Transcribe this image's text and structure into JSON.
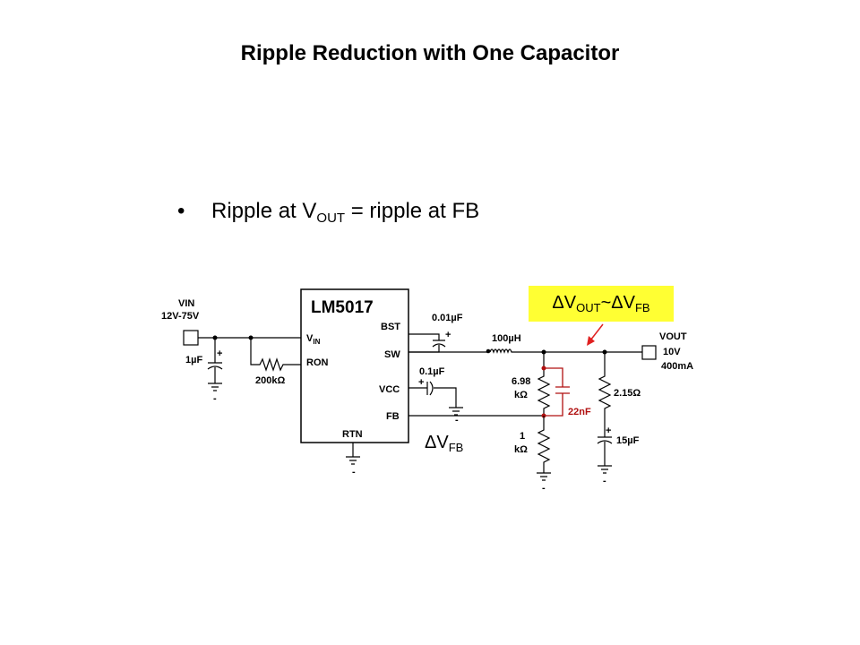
{
  "slide": {
    "title": "Ripple Reduction with One Capacitor",
    "bullet": {
      "symbol": "•",
      "text_pre": "Ripple at V",
      "sub": "OUT",
      "text_post": " = ripple at FB"
    }
  },
  "schematic": {
    "ic_name": "LM5017",
    "pins": {
      "vin": "V",
      "vin_sub": "IN",
      "ron": "RON",
      "bst": "BST",
      "sw": "SW",
      "vcc": "VCC",
      "fb": "FB",
      "rtn": "RTN"
    },
    "vin_label": "VIN",
    "vin_range": "12V-75V",
    "c_in": "1µF",
    "r_on": "200kΩ",
    "c_bst": "0.01µF",
    "c_vcc": "0.1µF",
    "inductor": "100µH",
    "r_top_1": "6.98",
    "r_top_2": "kΩ",
    "c_ff": "22nF",
    "r_bot_1": "1",
    "r_bot_2": "kΩ",
    "r_esr": "2.15Ω",
    "c_out": "15µF",
    "vout_label": "VOUT",
    "vout_v": "10V",
    "vout_i": "400mA",
    "plus": "+",
    "minus": "-",
    "dv_fb": {
      "delta": "ΔV",
      "sub": "FB"
    },
    "accent_red": "#b01010"
  },
  "callout": {
    "delta1": "ΔV",
    "sub1": "OUT",
    "tilde": "~ΔV",
    "sub2": "FB",
    "bg": "#ffff33"
  }
}
